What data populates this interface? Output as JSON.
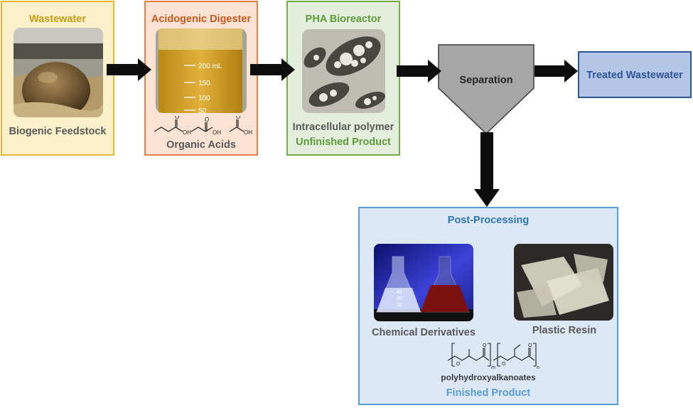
{
  "stages": {
    "wastewater": {
      "title": "Wastewater",
      "caption": "Biogenic Feedstock",
      "image": "sludge-photo"
    },
    "digester": {
      "title": "Acidogenic Digester",
      "caption": "Organic Acids",
      "image": "beaker-photo",
      "beaker_marks": [
        "200 mL",
        "150",
        "100",
        "50"
      ],
      "molecule_oh": [
        "OH",
        "OH",
        "OH"
      ]
    },
    "reactor": {
      "title": "PHA Bioreactor",
      "caption": "Intracellular polymer",
      "status": "Unfinished Product",
      "image": "microscopy-photo"
    },
    "separation": {
      "label": "Separation"
    },
    "treated": {
      "label": "Treated Wastewater"
    },
    "post": {
      "title": "Post-Processing",
      "chemical_label": "Chemical Derivatives",
      "resin_label": "Plastic Resin",
      "polymer_name": "polyhydroxyalkanoates",
      "polymer_subscripts": [
        "m",
        "n"
      ],
      "status": "Finished Product",
      "flask_marks": [
        "40",
        "30",
        "20"
      ]
    }
  },
  "colors": {
    "wastewater": "#e6b732",
    "digester": "#e07f4a",
    "reactor": "#70ad47",
    "treated": "#2f5597",
    "post": "#5b9bd5",
    "separation": "#a6a6a6",
    "arrow": "#0d0d0d"
  }
}
